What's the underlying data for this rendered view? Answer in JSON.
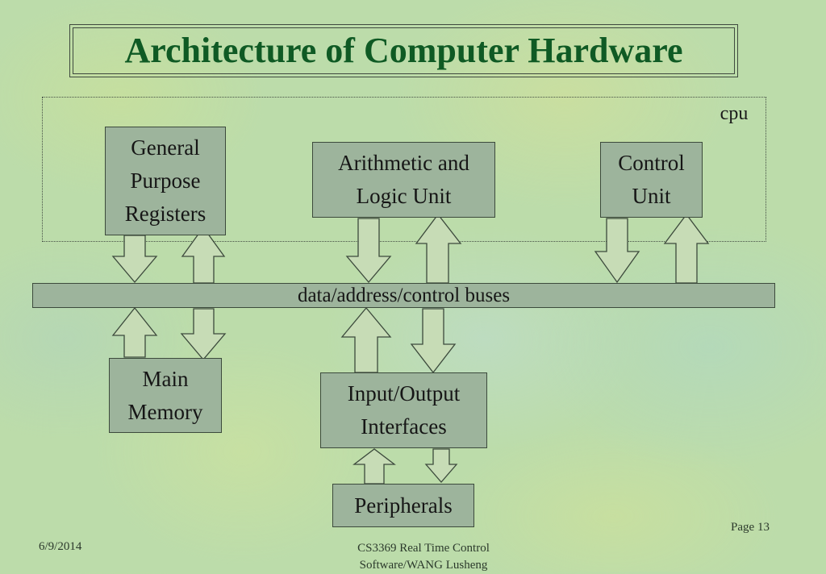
{
  "slide": {
    "title": "Architecture of Computer Hardware",
    "cpu_label": "cpu",
    "components": {
      "gpr": "General\nPurpose\nRegisters",
      "alu": "Arithmetic and\nLogic Unit",
      "cu": "Control\nUnit",
      "bus": "data/address/control buses",
      "memory": "Main\nMemory",
      "io": "Input/Output\nInterfaces",
      "peripherals": "Peripherals"
    },
    "footer": {
      "date": "6/9/2014",
      "course_line1": "CS3369 Real Time Control",
      "course_line2": "Software/WANG Lusheng",
      "page": "Page 13"
    }
  },
  "colors": {
    "box_fill": "#9db49c",
    "title_green": "#0f5a24",
    "arrow_fill": "#c7dcb6",
    "outline": "#3c4a3c"
  }
}
